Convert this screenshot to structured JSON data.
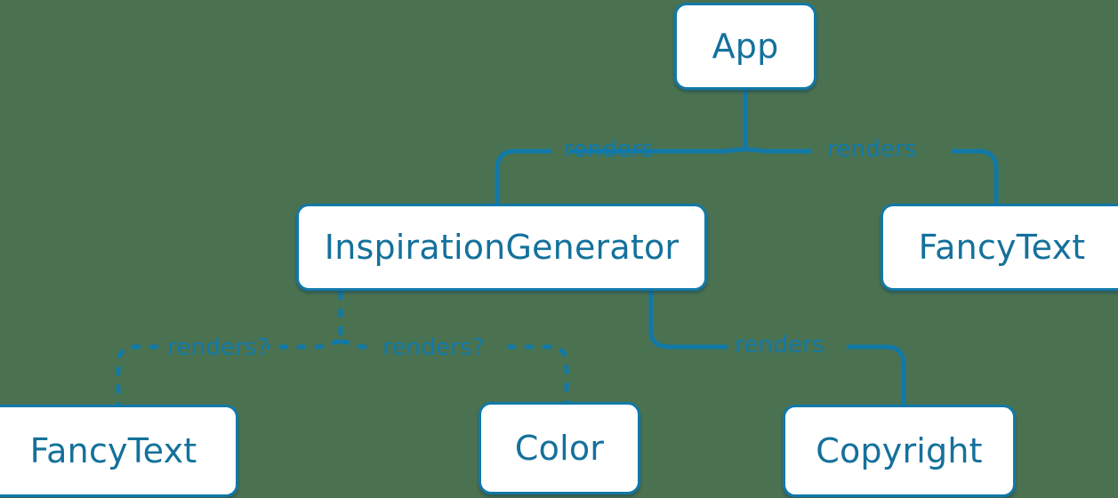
{
  "diagram": {
    "type": "component-tree",
    "background_color": "#4a7251",
    "node_fill": "#ffffff",
    "node_border_color": "#1179a8",
    "node_text_color": "#14719b",
    "edge_color": "#1179a8",
    "edge_label_color": "#1179a8",
    "nodes": [
      {
        "id": "app",
        "label": "App"
      },
      {
        "id": "insp",
        "label": "InspirationGenerator"
      },
      {
        "id": "fancy_top",
        "label": "FancyText"
      },
      {
        "id": "fancy_bot",
        "label": "FancyText"
      },
      {
        "id": "color",
        "label": "Color"
      },
      {
        "id": "copyright",
        "label": "Copyright"
      }
    ],
    "edges": [
      {
        "from": "app",
        "to": "insp",
        "label": "renders",
        "style": "solid"
      },
      {
        "from": "app",
        "to": "fancy_top",
        "label": "renders",
        "style": "solid"
      },
      {
        "from": "insp",
        "to": "fancy_bot",
        "label": "renders?",
        "style": "dashed"
      },
      {
        "from": "insp",
        "to": "color",
        "label": "renders?",
        "style": "dashed"
      },
      {
        "from": "insp",
        "to": "copyright",
        "label": "renders",
        "style": "solid"
      }
    ],
    "edge_labels": {
      "app_insp": "renders",
      "app_fancy": "renders",
      "insp_fancy_q": "renders?",
      "insp_color_q": "renders?",
      "insp_copyright": "renders"
    }
  }
}
